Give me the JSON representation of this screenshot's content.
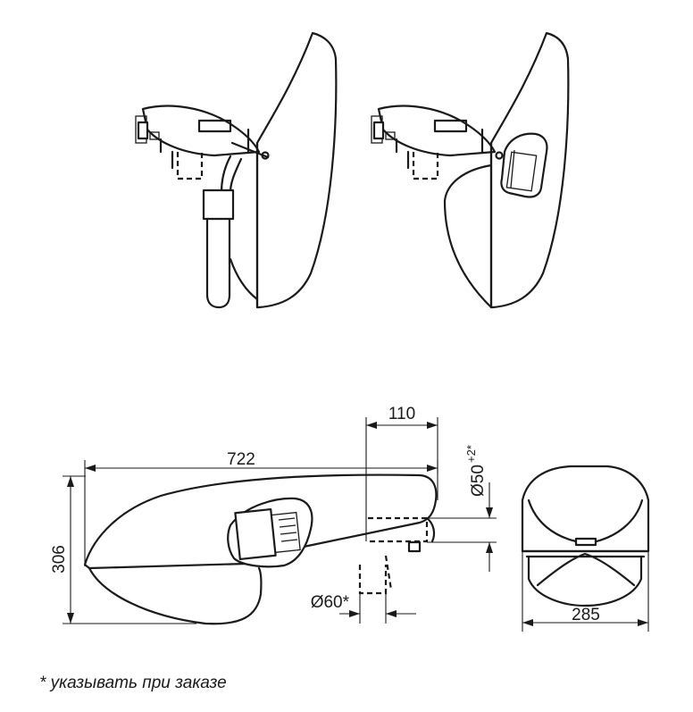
{
  "dimensions": {
    "overall_length": "722",
    "height": "306",
    "mount_offset": "110",
    "spigot_diameter_main": "Ø50",
    "spigot_diameter_tolerance": "+2*",
    "pole_diameter": "Ø60*",
    "width": "285"
  },
  "footnote": "* указывать при заказе"
}
